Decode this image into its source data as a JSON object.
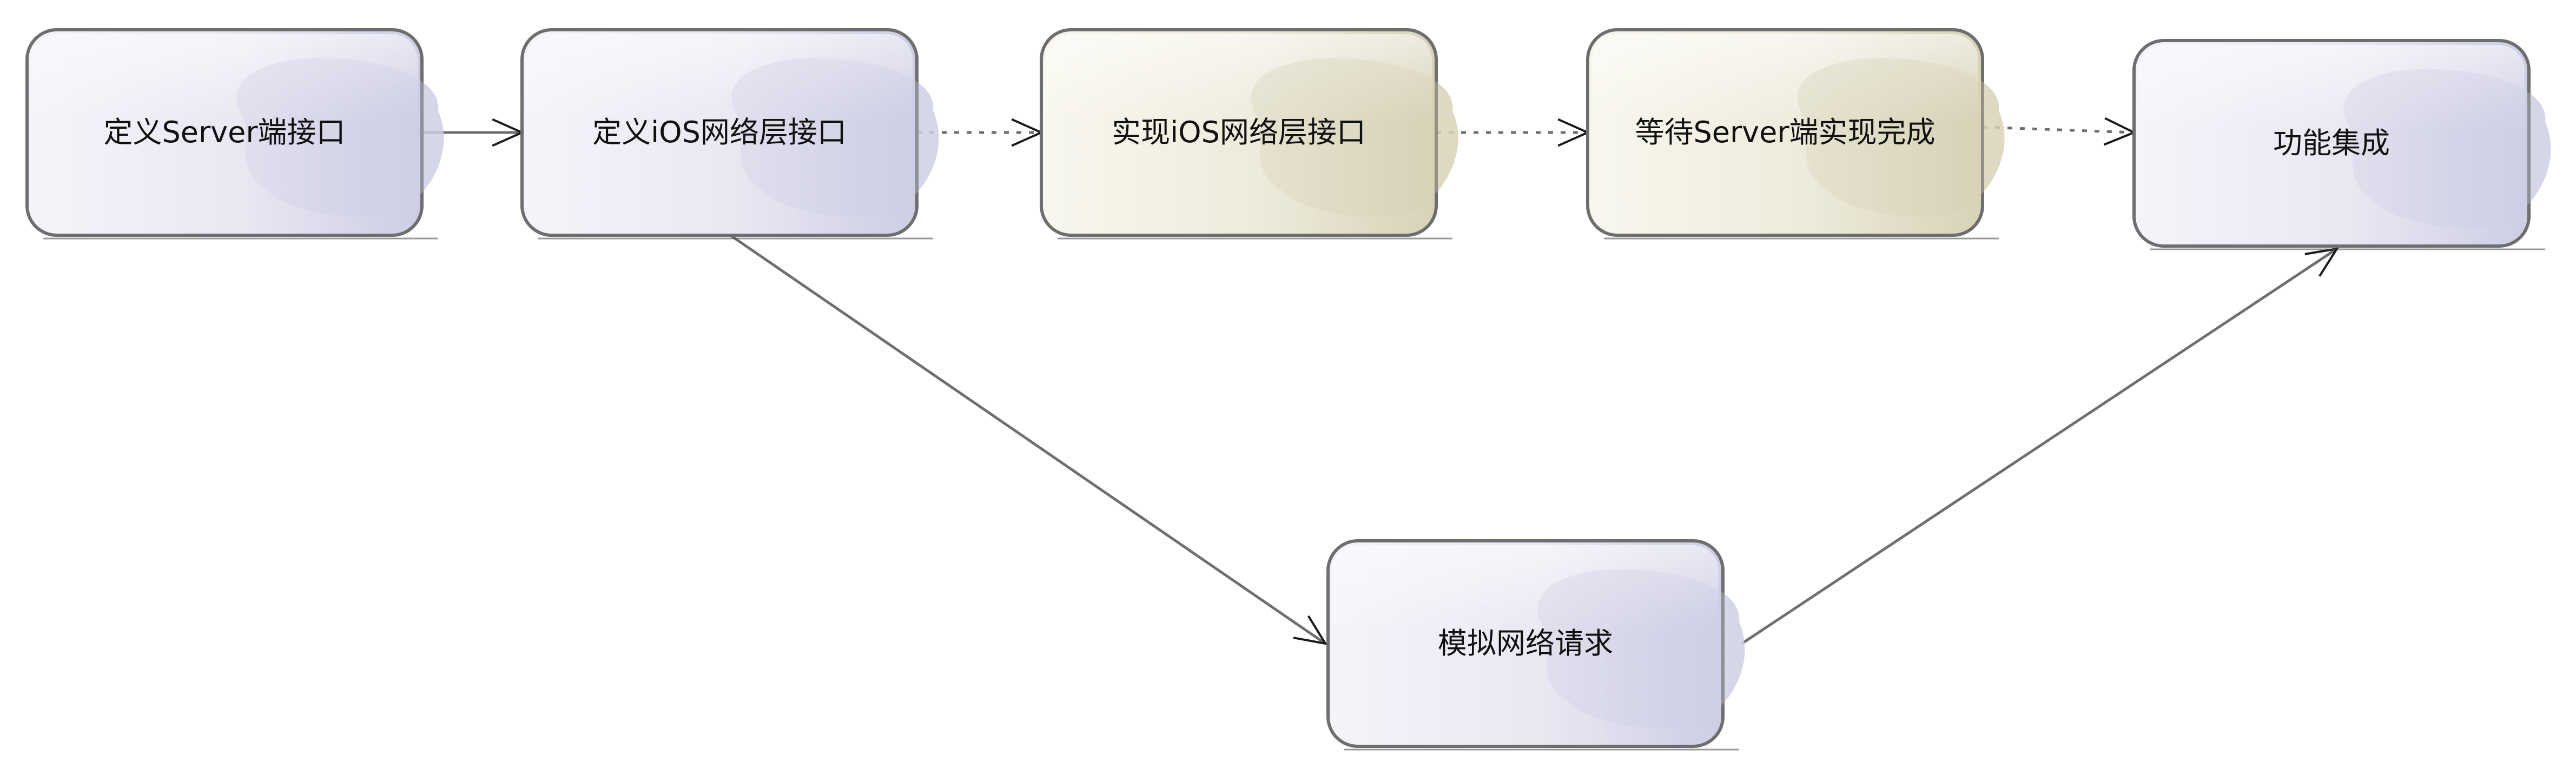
{
  "diagram": {
    "nodes": [
      {
        "id": "define-server-api",
        "label": "定义Server端接口",
        "style": "lavender"
      },
      {
        "id": "define-ios-network-api",
        "label": "定义iOS网络层接口",
        "style": "lavender"
      },
      {
        "id": "implement-ios-network",
        "label": "实现iOS网络层接口",
        "style": "beige"
      },
      {
        "id": "wait-server-impl",
        "label": "等待Server端实现完成",
        "style": "beige"
      },
      {
        "id": "feature-integration",
        "label": "功能集成",
        "style": "lavender"
      },
      {
        "id": "mock-network-requests",
        "label": "模拟网络请求",
        "style": "lavender"
      }
    ],
    "edges": [
      {
        "from": "define-server-api",
        "to": "define-ios-network-api",
        "line": "solid"
      },
      {
        "from": "define-ios-network-api",
        "to": "implement-ios-network",
        "line": "dotted"
      },
      {
        "from": "implement-ios-network",
        "to": "wait-server-impl",
        "line": "dotted"
      },
      {
        "from": "wait-server-impl",
        "to": "feature-integration",
        "line": "dotted"
      },
      {
        "from": "define-ios-network-api",
        "to": "mock-network-requests",
        "line": "solid"
      },
      {
        "from": "mock-network-requests",
        "to": "feature-integration",
        "line": "solid"
      }
    ]
  },
  "colors": {
    "lavender_light": "#f4f4fa",
    "lavender_dark": "#cdcde4",
    "beige_light": "#f8f7ee",
    "beige_dark": "#d8d2b8",
    "border": "#6e6e6e",
    "edge": "#6f6f6f",
    "arrowhead": "#1a1a1a",
    "text": "#111111"
  }
}
